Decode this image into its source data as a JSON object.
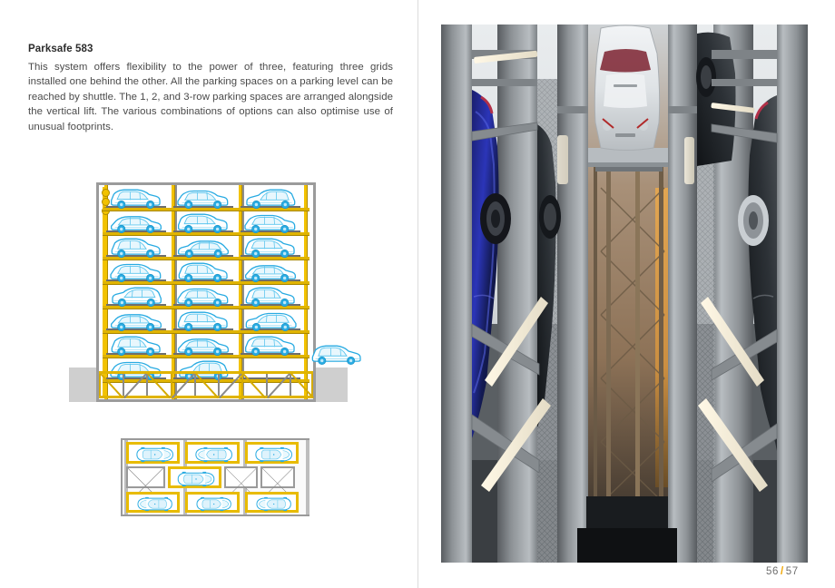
{
  "document": {
    "heading": "Parksafe 583",
    "body": "This system offers flexibility to the power of three, featuring three grids installed one behind the other. All the parking spaces on a parking level can be reached by shuttle. The 1, 2, and 3-row parking spaces are arranged alongside the vertical lift. The various combinations of options can also optimise use of unusual footprints."
  },
  "folio": {
    "left_page": "56",
    "separator": "/",
    "right_page": "57",
    "separator_color": "#f0a500",
    "text_color": "#6f6f6f"
  },
  "palette": {
    "structure_yellow": "#f2c200",
    "structure_yellow_dark": "#d4aa00",
    "car_cyan": "#29abe2",
    "car_cyan_light": "#9fdcf5",
    "frame_gray": "#9b9b9b",
    "ground_gray": "#cfcfcf",
    "rule_gray": "#dcdcdc",
    "heading_color": "#2b2b2b",
    "body_color": "#4a4a4a"
  },
  "elevation_diagram": {
    "name": "parksafe-583-cross-section",
    "description": "Cross-section elevation of the Parksafe 583 automated parking system showing three vertically stacked grids of parking bays served by a vertical lift, with a structural pit truss below ground level.",
    "levels": 8,
    "bays_per_level": 3,
    "total_parked_cars": 23,
    "exiting_cars": 1,
    "has_ground_line": true,
    "has_pit_truss": true,
    "lift_position": "left"
  },
  "plan_diagram": {
    "name": "parksafe-583-plan-view",
    "description": "Plan view of one parking level: three parking bays in the front row, three in the rear row, and a central shuttle aisle with one car on the shuttle and cross-braced vacant sections.",
    "rows": 3,
    "front_row_bays": 3,
    "rear_row_bays": 3,
    "shuttle_aisle_cars": 1,
    "braced_sections": 3
  },
  "photo": {
    "name": "automated-parking-garage-lift-shaft",
    "alt": "Looking down the vertical lift shaft of an automated parking garage; a silver sports car sits on the lift platform at the top while blue and dark grey cars are parked on steel pallets on both sides of the concrete and steel structure, lit by linear strip lights.",
    "cars_visible": [
      "silver car on lift",
      "blue car left",
      "dark car right",
      "dark car upper right"
    ]
  }
}
